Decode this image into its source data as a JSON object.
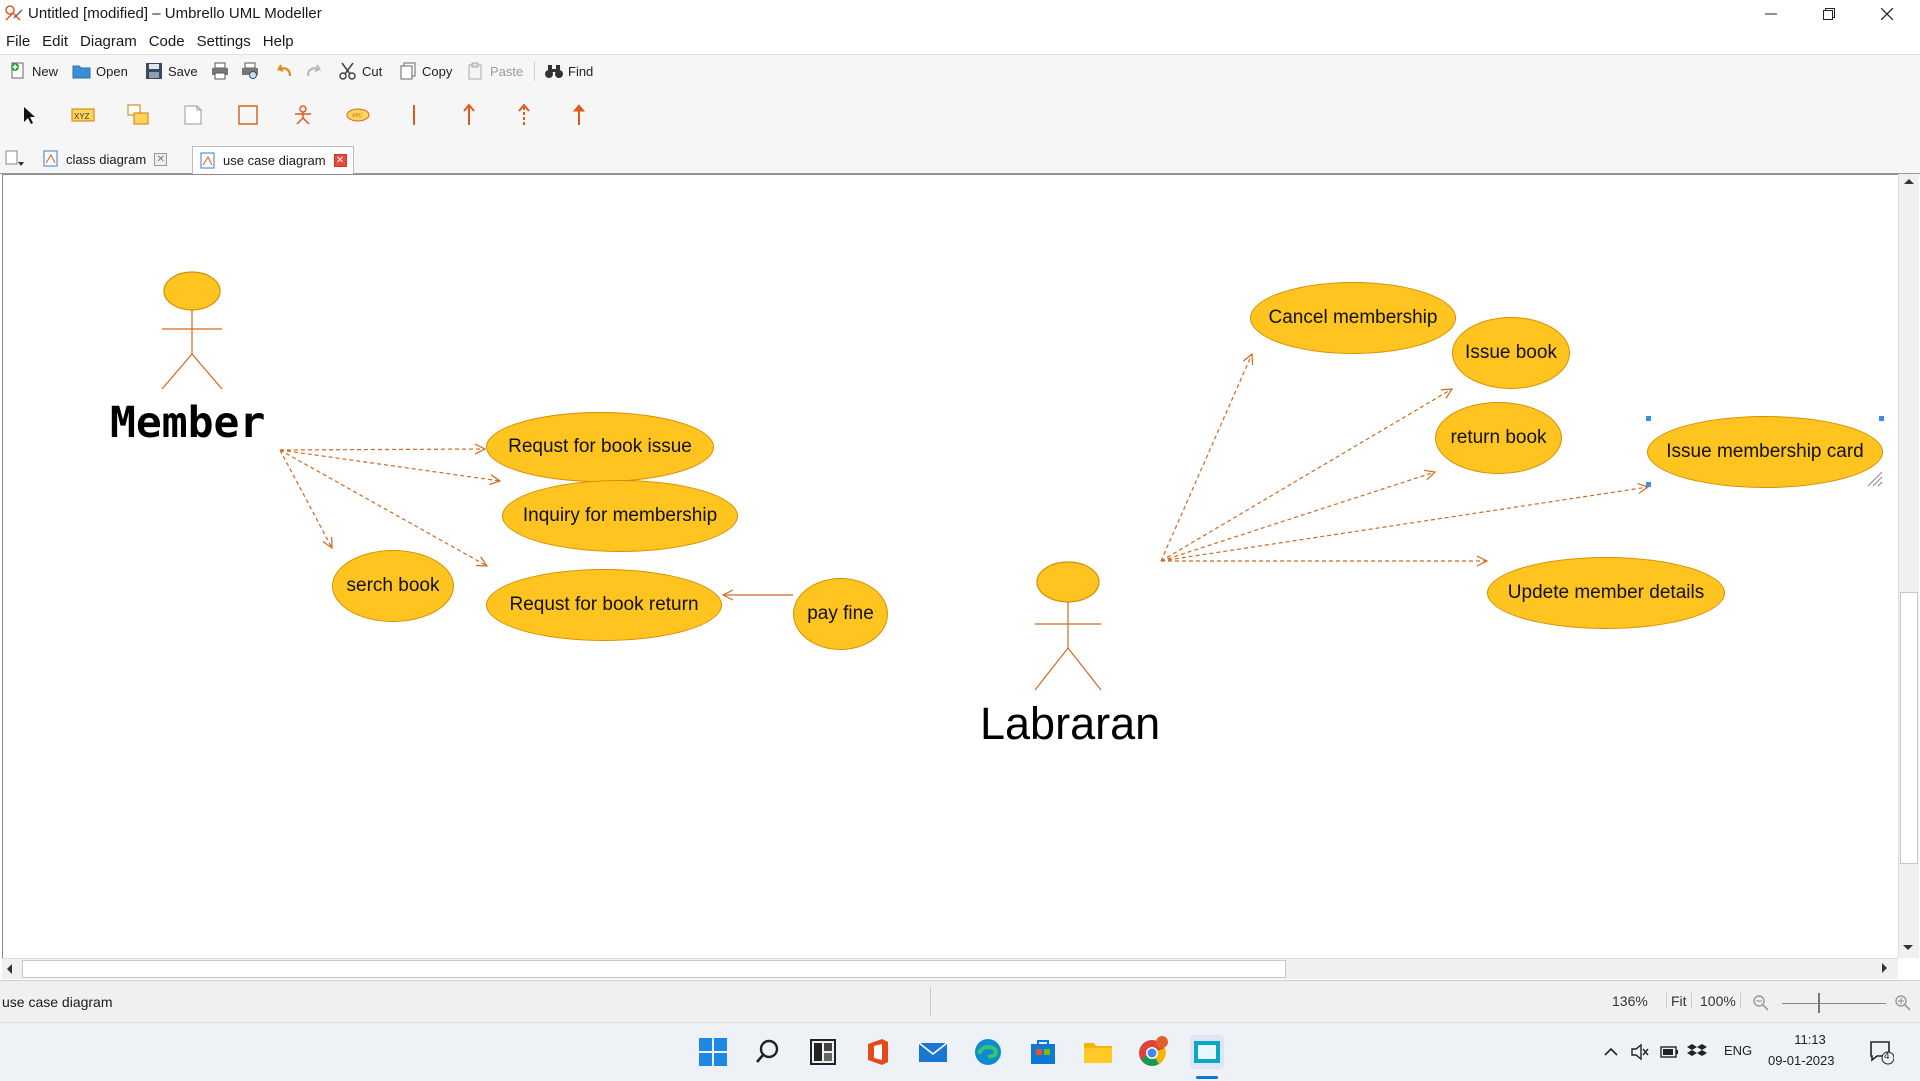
{
  "window": {
    "title": "Untitled [modified] – Umbrello UML Modeller",
    "app_icon": "umbrello-icon"
  },
  "menubar": [
    "File",
    "Edit",
    "Diagram",
    "Code",
    "Settings",
    "Help"
  ],
  "toolbar": {
    "new_label": "New",
    "open_label": "Open",
    "save_label": "Save",
    "cut_label": "Cut",
    "copy_label": "Copy",
    "paste_label": "Paste",
    "find_label": "Find"
  },
  "palette": {
    "tools": [
      "select-arrow-icon",
      "text-line-icon",
      "box-note-icon",
      "note-icon",
      "box-icon",
      "actor-icon",
      "use-case-icon",
      "anchor-line-icon",
      "association-arrow-icon",
      "dependency-arrow-icon",
      "generalization-arrow-icon"
    ]
  },
  "tabs": [
    {
      "label": "class diagram",
      "active": false
    },
    {
      "label": "use case diagram",
      "active": true
    }
  ],
  "diagram": {
    "actors": [
      {
        "name": "Member"
      },
      {
        "name": "Labraran"
      }
    ],
    "use_cases": [
      {
        "label": "Requst for book issue"
      },
      {
        "label": "Inquiry for membership"
      },
      {
        "label": "serch book"
      },
      {
        "label": "Requst for book return"
      },
      {
        "label": "pay fine"
      },
      {
        "label": "Cancel membership"
      },
      {
        "label": "Issue book"
      },
      {
        "label": "return book"
      },
      {
        "label": "Issue membership card"
      },
      {
        "label": "Updete member details"
      }
    ],
    "colors": {
      "usecase_fill": "#ffc41f",
      "usecase_border": "#d58e00",
      "actor_line": "#d2691e",
      "association": "#d2691e"
    }
  },
  "statusbar": {
    "diagram_name": "use case diagram",
    "zoom": "136%",
    "fit_label": "Fit",
    "hundred_label": "100%"
  },
  "taskbar": {
    "apps": [
      "windows-start-icon",
      "search-icon",
      "widgets-icon",
      "office-icon",
      "mail-icon",
      "edge-icon",
      "store-icon",
      "file-explorer-icon",
      "chrome-icon",
      "umbrello-taskbar-icon"
    ],
    "lang": "ENG",
    "time": "11:13",
    "date": "09-01-2023",
    "notifications": "4"
  }
}
